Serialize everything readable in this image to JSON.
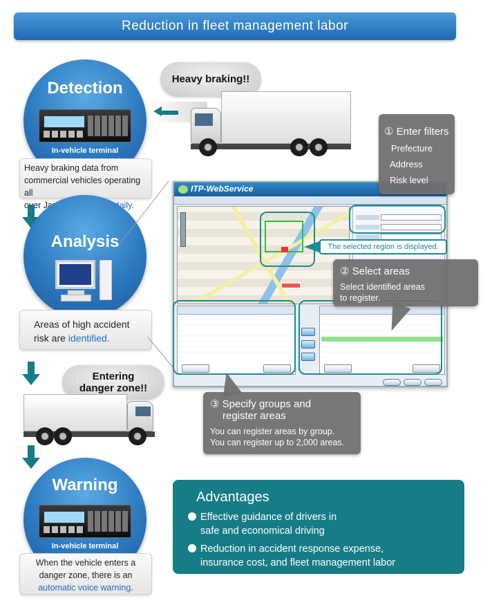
{
  "title": "Reduction in fleet management labor",
  "steps": {
    "detection": {
      "title": "Detection",
      "terminal_label": "In-vehicle terminal",
      "desc_1": "Heavy braking data from",
      "desc_2": "commercial vehicles operating all",
      "desc_3a": "over Japan is ",
      "desc_3b": "collected daily."
    },
    "analysis": {
      "title": "Analysis",
      "desc_1": "Areas of high accident",
      "desc_2a": "risk are ",
      "desc_2b": "identified."
    },
    "warning": {
      "title": "Warning",
      "terminal_label": "In-vehicle terminal",
      "desc_1": "When the vehicle enters a",
      "desc_2": "danger zone, there is an",
      "desc_3a": "automatic voice warning",
      "desc_3b": "."
    }
  },
  "clouds": {
    "braking": "Heavy braking!!",
    "danger_1": "Entering",
    "danger_2": "danger zone!!"
  },
  "app": {
    "logo": "ITP-WebService"
  },
  "callouts": {
    "filters": {
      "title": "① Enter filters",
      "items": [
        "Prefecture",
        "Address",
        "Risk level"
      ]
    },
    "selected_region": "The selected region is displayed.",
    "select_areas": {
      "title": "② Select areas",
      "line_1": "Select identified areas",
      "line_2": "to register."
    },
    "specify_groups": {
      "title_1": "③ Specify groups and",
      "title_2": "register areas",
      "line_1": "You can register areas by group.",
      "line_2": "You can register up to 2,000 areas."
    }
  },
  "advantages": {
    "title": "Advantages",
    "items": [
      {
        "line_1": "Effective guidance of drivers in",
        "line_2": "safe and economical driving"
      },
      {
        "line_1": "Reduction in accident response expense,",
        "line_2": "insurance cost, and fleet management labor"
      }
    ]
  },
  "colors": {
    "title_blue": "#1f68b3",
    "teal": "#167c86",
    "highlight": "#1d6fc1"
  }
}
